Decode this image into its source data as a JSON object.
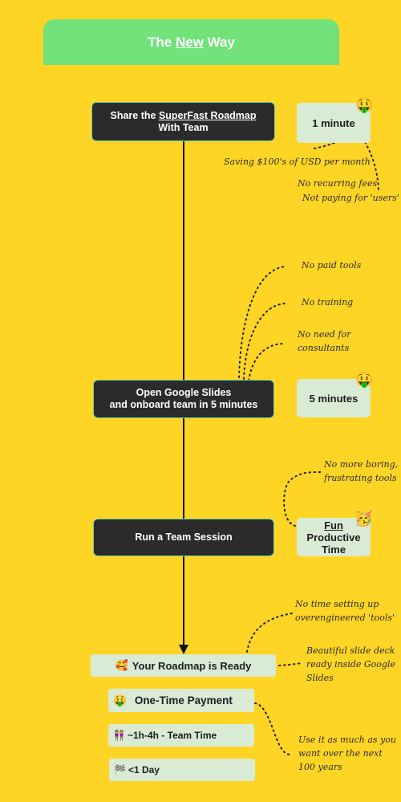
{
  "header": {
    "prefix": "The ",
    "emphasis": "New",
    "suffix": " Way"
  },
  "steps": {
    "share": {
      "prefix": "Share the ",
      "link": "SuperFast Roadmap",
      "line2": "With Team"
    },
    "open": {
      "line1": "Open Google Slides",
      "line2": "and onboard team in 5 minutes"
    },
    "session": {
      "label": "Run a Team Session"
    }
  },
  "times": {
    "share": {
      "label": "1 minute",
      "emoji": "🤑"
    },
    "open": {
      "label": "5 minutes",
      "emoji": "🤑"
    },
    "session": {
      "line1": "Fun",
      "line2": "Productive",
      "line3": "Time",
      "emoji": "🥳"
    }
  },
  "notes": {
    "saving": "Saving $100's of USD per month",
    "no_fees_1": "No recurring fees",
    "no_fees_2": "Not paying for 'users'",
    "no_paid_tools": "No paid tools",
    "no_training": "No training",
    "no_consultants_1": "No need for",
    "no_consultants_2": "consultants",
    "no_boring_1": "No more boring,",
    "no_boring_2": "frustrating tools",
    "no_time_1": "No time setting up",
    "no_time_2": "overengineered 'tools'",
    "beautiful_1": "Beautiful slide deck",
    "beautiful_2": "ready inside Google",
    "beautiful_3": "Slides",
    "use_1": "Use it as much as you",
    "use_2": "want over the next",
    "use_3": "100 years"
  },
  "summary": {
    "ready": {
      "emoji": "🥰",
      "label": "Your Roadmap is Ready"
    },
    "payment": {
      "emoji": "🤑",
      "label": "One-Time Payment"
    },
    "team_time": {
      "emoji": "👭",
      "label": "~1h-4h - Team Time"
    },
    "day": {
      "emoji": "🏁",
      "label": "<1 Day"
    }
  },
  "colors": {
    "background": "#fed524",
    "header": "#72e27a",
    "step": "#2b2b2b",
    "box": "#d9ebd5"
  }
}
